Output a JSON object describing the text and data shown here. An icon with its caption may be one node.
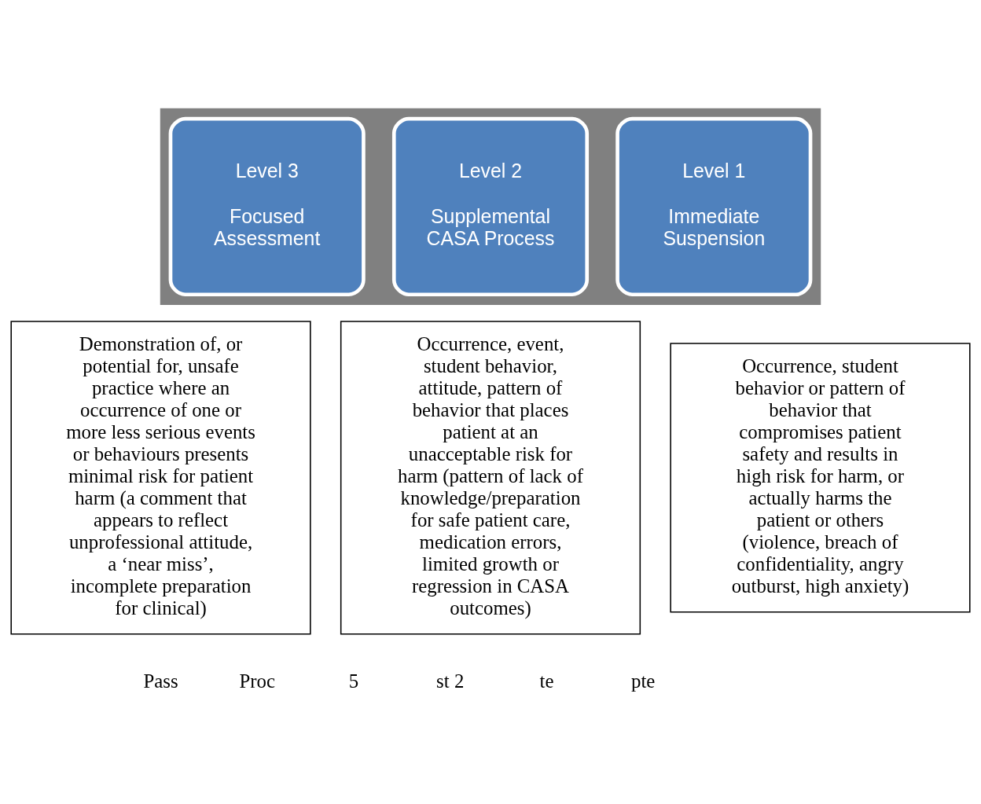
{
  "diagram": {
    "nodes": [
      {
        "text": [],
        "shape": "arrow"
      },
      {
        "text": [
          "Level 3",
          "Focused Assessment"
        ],
        "in": 0
      },
      {
        "text": [
          "Level 2",
          "Supplemental CASA Process"
        ],
        "in": 0
      },
      {
        "text": [
          "Level 1",
          "Immediate Suspension"
        ],
        "in": 0
      },
      {
        "text": [
          "Demonstration of, or potential for, unsafe practice where an occurrence of one or more less serious events or behaviours presents minimal risk for patient harm (a comment that appears to reflect unprofessional attitude, a ‘near miss’, incomplete preparation for clinical)"
        ]
      },
      {
        "text": [
          "Occurrence, event, student behavior, attitude, pattern of behavior that places patient at an unacceptable risk for harm (pattern of lack of knowledge/preparation for safe patient care, medication errors, limited growth or regression in CASA outcomes)"
        ]
      },
      {
        "text": [
          "Occurrence, student behavior or pattern of behavior that compromises patient safety and results in high risk for harm, or actually harms the patient or others (violence, breach of confidentiality, angry outburst, high anxiety)"
        ]
      }
    ],
    "edges": [],
    "labels": [
      "Pass",
      "Proc",
      "5",
      "st 2",
      "te",
      "pte"
    ]
  }
}
